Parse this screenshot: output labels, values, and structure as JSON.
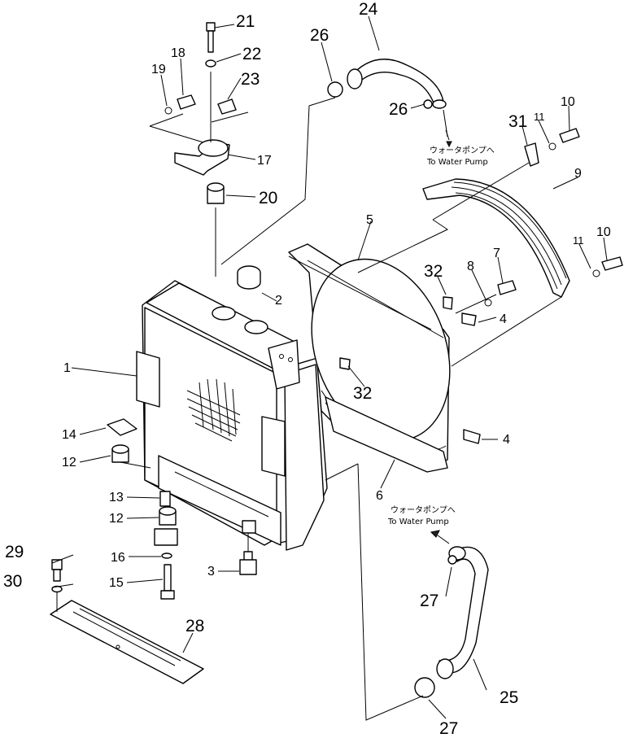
{
  "labels": {
    "p1": "1",
    "p2": "2",
    "p3": "3",
    "p4a": "4",
    "p4b": "4",
    "p5": "5",
    "p6": "6",
    "p7": "7",
    "p8": "8",
    "p9": "9",
    "p10a": "10",
    "p10b": "10",
    "p11a": "11",
    "p11b": "11",
    "p12a": "12",
    "p12b": "12",
    "p13": "13",
    "p14": "14",
    "p15": "15",
    "p16": "16",
    "p17": "17",
    "p18": "18",
    "p19": "19",
    "p20": "20",
    "p21": "21",
    "p22": "22",
    "p23": "23",
    "p24": "24",
    "p25": "25",
    "p26a": "26",
    "p26b": "26",
    "p27a": "27",
    "p27b": "27",
    "p28": "28",
    "p29": "29",
    "p30": "30",
    "p31": "31",
    "p32a": "32",
    "p32b": "32"
  },
  "notes": {
    "top_jp": "ウォータポンプへ",
    "top_en": "To Water Pump",
    "bottom_jp": "ウォータポンプへ",
    "bottom_en": "To Water Pump"
  }
}
